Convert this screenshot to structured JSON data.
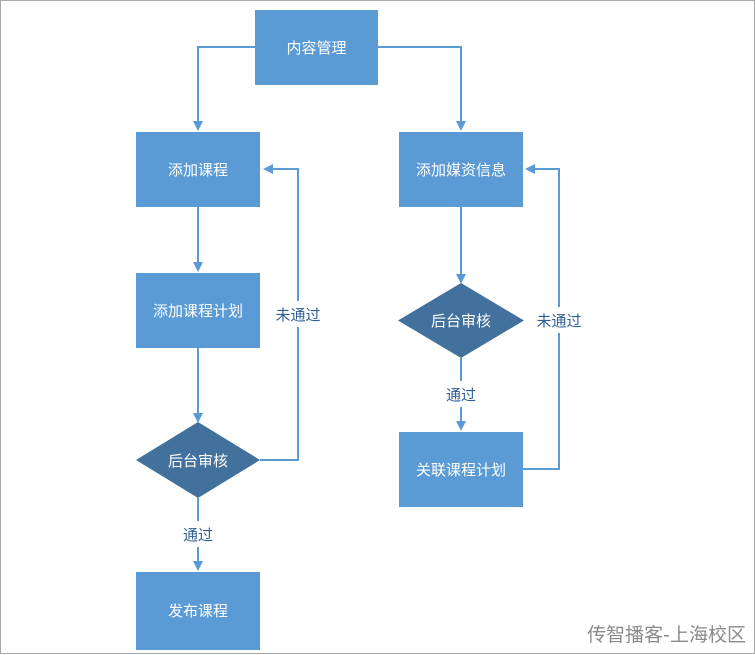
{
  "nodes": {
    "content_management": "内容管理",
    "add_course": "添加课程",
    "add_course_plan": "添加课程计划",
    "review_left": "后台审核",
    "publish_course": "发布课程",
    "add_media_info": "添加媒资信息",
    "review_right": "后台审核",
    "link_course_plan": "关联课程计划"
  },
  "edges": {
    "not_passed_left": "未通过",
    "passed_left": "通过",
    "not_passed_right": "未通过",
    "passed_right": "通过"
  },
  "colors": {
    "box": "#5b9bd5",
    "diamond": "#41719c",
    "line": "#5b9bd5",
    "edge_label": "#2f5f97"
  },
  "watermark": "传智播客-上海校区"
}
